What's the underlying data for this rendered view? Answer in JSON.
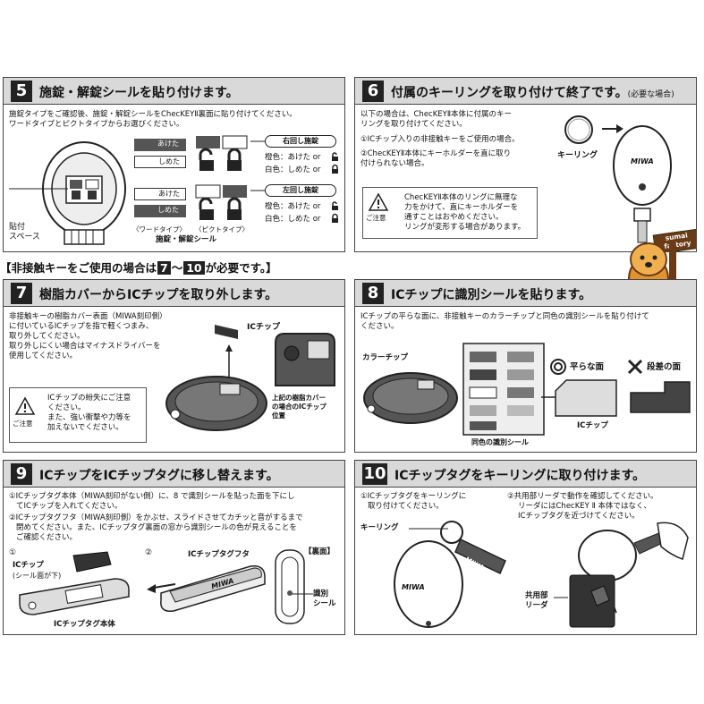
{
  "panel5": {
    "num": "5",
    "title": "施錠・解錠シールを貼り付けます。",
    "desc1": "施錠タイプをご確認後、施錠・解錠シールをChecKEYⅡ裏面に貼り付けてください。",
    "desc2": "ワードタイプとピクトタイプからお選びください。",
    "space_label1": "貼付",
    "space_label2": "スペース",
    "akete": "あけた",
    "shimeta": "しめた",
    "right_pill": "右回し施錠",
    "right_orange": "橙色：あけた or",
    "right_white": "白色：しめた or",
    "left_pill": "左回し施錠",
    "left_orange": "橙色：あけた or",
    "left_white": "白色：しめた or",
    "word_type": "〈ワードタイプ〉",
    "pict_type": "〈ピクトタイプ〉",
    "sticker_caption": "施錠・解錠シール"
  },
  "panel6": {
    "num": "6",
    "title": "付属のキーリングを取り付けて終了です。",
    "title_note": "(必要な場合)",
    "desc1": "以下の場合は、ChecKEYⅡ本体に付属のキー",
    "desc2": "リングを取り付けてください。",
    "item1": "①ICチップ入りの非接触キーをご使用の場合。",
    "item2a": "②ChecKEYⅡ本体にキーホルダーを直に取り",
    "item2b": "付けられない場合。",
    "ring_label": "キーリング",
    "brand": "MIWA",
    "caution1": "ChecKEYⅡ本体のリングに無理な",
    "caution2": "力をかけて、直にキーホルダーを",
    "caution3": "通すことはおやめください。",
    "caution4": "リングが変形する場合があります。",
    "caution_label": "ご注意",
    "logo1": "sumai",
    "logo2": "factory"
  },
  "banner": {
    "pre": "【非接触キーをご使用の場合は",
    "n1": "7",
    "mid": "～",
    "n2": "10",
    "post": "が必要です。】"
  },
  "panel7": {
    "num": "7",
    "title": "樹脂カバーからICチップを取り外します。",
    "desc1": "非接触キーの樹脂カバー表面（MIWA刻印側）",
    "desc2": "に付いているICチップを指で軽くつまみ、",
    "desc3": "取り外してください。",
    "desc4": "取り外しにくい場合はマイナスドライバーを",
    "desc5": "使用してください。",
    "chip_label": "ICチップ",
    "caution1": "ICチップの紛失にご注意",
    "caution2": "ください。",
    "caution3": "また、強い衝撃や力等を",
    "caution4": "加えないでください。",
    "caution_label": "ご注意",
    "cap1": "上記の樹脂カバー",
    "cap2": "の場合のICチップ",
    "cap3": "位置"
  },
  "panel8": {
    "num": "8",
    "title": "ICチップに識別シールを貼ります。",
    "desc1": "ICチップの平らな面に、非接触キーのカラーチップと同色の識別シールを貼り付けて",
    "desc2": "ください。",
    "color_chip": "カラーチップ",
    "flat_face": "平らな面",
    "step_face": "段差の面",
    "chip_label": "ICチップ",
    "sticker_label": "同色の識別シール"
  },
  "panel9": {
    "num": "9",
    "title": "ICチップをICチップタグに移し替えます。",
    "d1": "①ICチップタグ本体（MIWA刻印がない側）に、8 で識別シールを貼った面を下にし",
    "d2": "てICチップを入れてください。",
    "d3": "②ICチップタグフタ（MIWA刻印側）をかぶせ、スライドさせてカチッと音がするまで",
    "d4": "閉めてください。また、ICチップタグ裏面の窓から識別シールの色が見えることを",
    "d5": "ご確認ください。",
    "step1": "①",
    "step2": "②",
    "chip_label": "ICチップ",
    "chip_sub": "(シール面が下)",
    "lid_label": "ICチップタグフタ",
    "body_label": "ICチップタグ本体",
    "back_label": "【裏面】",
    "sticker1": "識別",
    "sticker2": "シール",
    "brand": "MIWA"
  },
  "panel10": {
    "num": "10",
    "title": "ICチップタグをキーリングに取り付けます。",
    "d1": "①ICチップタグをキーリングに",
    "d2": "取り付けてください。",
    "d3": "②共用部リーダで動作を確認してください。",
    "d4": "リーダにはChecKEY Ⅱ 本体ではなく、",
    "d5": "ICチップタグを近づけてください。",
    "ring_label": "キーリング",
    "reader1": "共用部",
    "reader2": "リーダ",
    "brand": "MIWA"
  }
}
